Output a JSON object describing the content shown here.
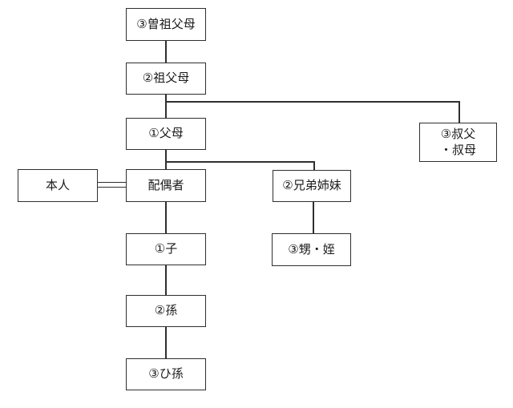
{
  "nodes": {
    "great_grandparents": {
      "label": "③曽祖父母"
    },
    "grandparents": {
      "label": "②祖父母"
    },
    "parents": {
      "label": "①父母"
    },
    "self": {
      "label": "本人"
    },
    "spouse": {
      "label": "配偶者"
    },
    "siblings": {
      "label": "②兄弟姉妹"
    },
    "uncle_aunt": {
      "label": "③叔父\n・叔母"
    },
    "nephew_niece": {
      "label": "③甥・姪"
    },
    "child": {
      "label": "①子"
    },
    "grandchild": {
      "label": "②孫"
    },
    "great_grandchild": {
      "label": "③ひ孫"
    }
  },
  "colors": {
    "line": "#2f2f2f",
    "text": "#1a1a1a",
    "background": "#ffffff"
  }
}
